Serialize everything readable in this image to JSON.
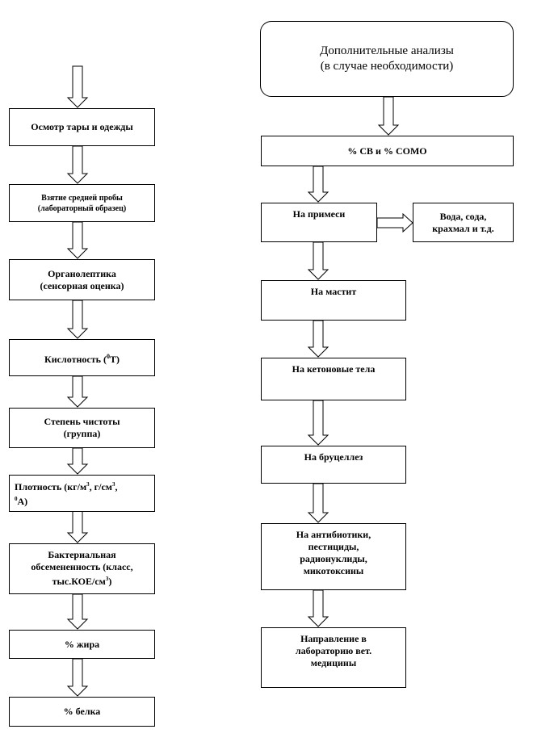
{
  "left_column": {
    "step1": "Осмотр тары и одежды",
    "step2": [
      "Взятие средней пробы",
      "(лабораторный  образец)"
    ],
    "step3": [
      "Органолептика",
      "(сенсорная оценка)"
    ],
    "step4": "Кислотность (",
    "step4_sup": "0",
    "step4_end": "Т)",
    "step5": [
      "Степень чистоты",
      "(группа)"
    ],
    "step6_a": "Плотность (кг/м",
    "step6_a_sup": "3",
    "step6_b": ", г/см",
    "step6_b_sup": "3",
    "step6_c": ",",
    "step6_d_sup": "0",
    "step6_d": "А)",
    "step7_a": "Бактериальная",
    "step7_b": "обсемененность (класс,",
    "step7_c": "тыс.КОЕ/см",
    "step7_c_sup": "3",
    "step7_d": ")",
    "step8": "% жира",
    "step9": "% белка"
  },
  "right_column": {
    "header": [
      "Дополнительные анализы",
      "(в случае необходимости)"
    ],
    "step1": "% СВ и % СОМО",
    "step2": "На примеси",
    "side_box": [
      "Вода, сода,",
      "крахмал и т.д."
    ],
    "step3": "На мастит",
    "step4": "На кетоновые тела",
    "step5": "На бруцеллез",
    "step6": [
      "На антибиотики,",
      "пестициды,",
      "радионуклиды,",
      "микотоксины"
    ],
    "step7": [
      "Направление в",
      "лабораторию вет.",
      "медицины"
    ]
  }
}
